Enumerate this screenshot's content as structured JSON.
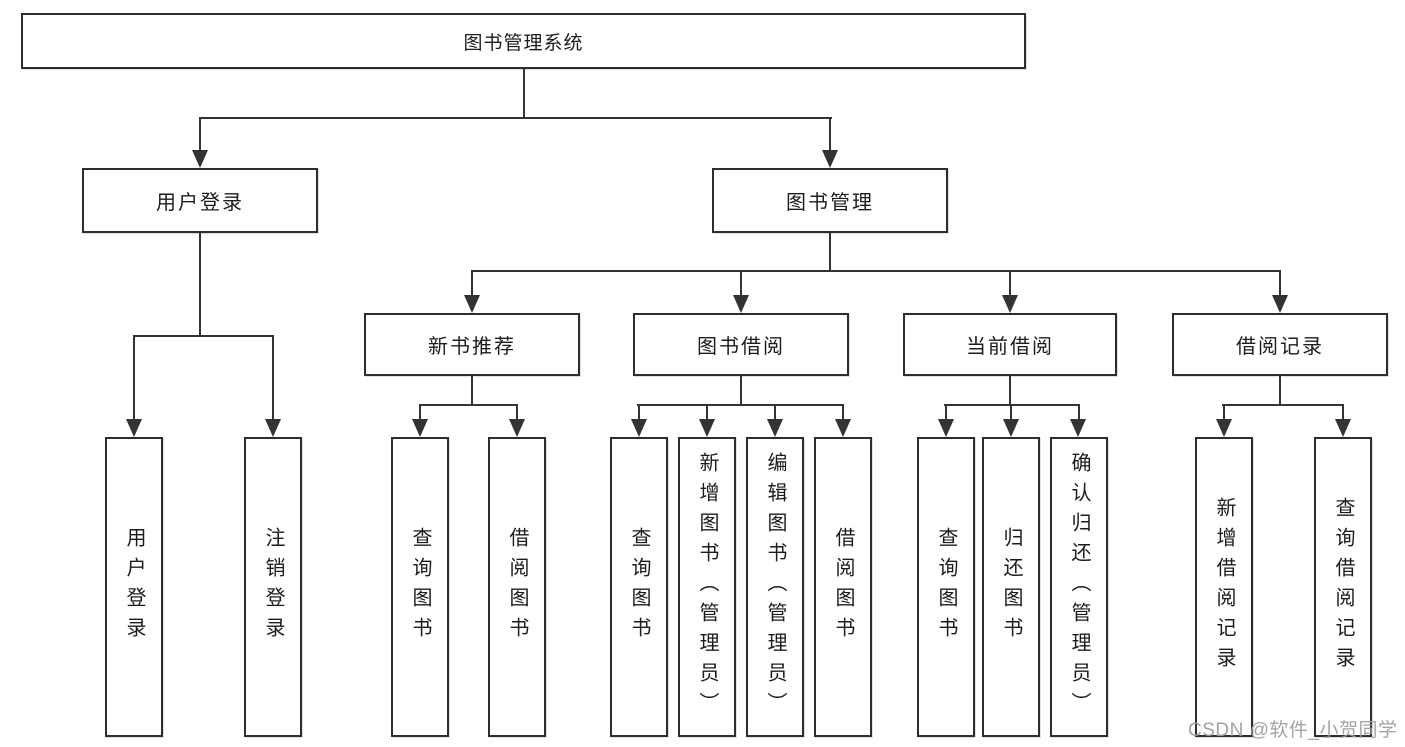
{
  "tree": {
    "label": "图书管理系统",
    "children": [
      {
        "label": "用户登录",
        "children": [
          {
            "label": "用户登录"
          },
          {
            "label": "注销登录"
          }
        ]
      },
      {
        "label": "图书管理",
        "children": [
          {
            "label": "新书推荐",
            "children": [
              {
                "label": "查询图书"
              },
              {
                "label": "借阅图书"
              }
            ]
          },
          {
            "label": "图书借阅",
            "children": [
              {
                "label": "查询图书"
              },
              {
                "label": "新增图书（管理员）"
              },
              {
                "label": "编辑图书（管理员）"
              },
              {
                "label": "借阅图书"
              }
            ]
          },
          {
            "label": "当前借阅",
            "children": [
              {
                "label": "查询图书"
              },
              {
                "label": "归还图书"
              },
              {
                "label": "确认归还（管理员）"
              }
            ]
          },
          {
            "label": "借阅记录",
            "children": [
              {
                "label": "新增借阅记录"
              },
              {
                "label": "查询借阅记录"
              }
            ]
          }
        ]
      }
    ]
  },
  "watermark": {
    "text": "CSDN @软件_小贺同学"
  },
  "colors": {
    "line": "#333333",
    "box_border": "#2d2d2d",
    "text": "#1c1c1c",
    "background": "#ffffff",
    "watermark": "#9e9e9e"
  }
}
